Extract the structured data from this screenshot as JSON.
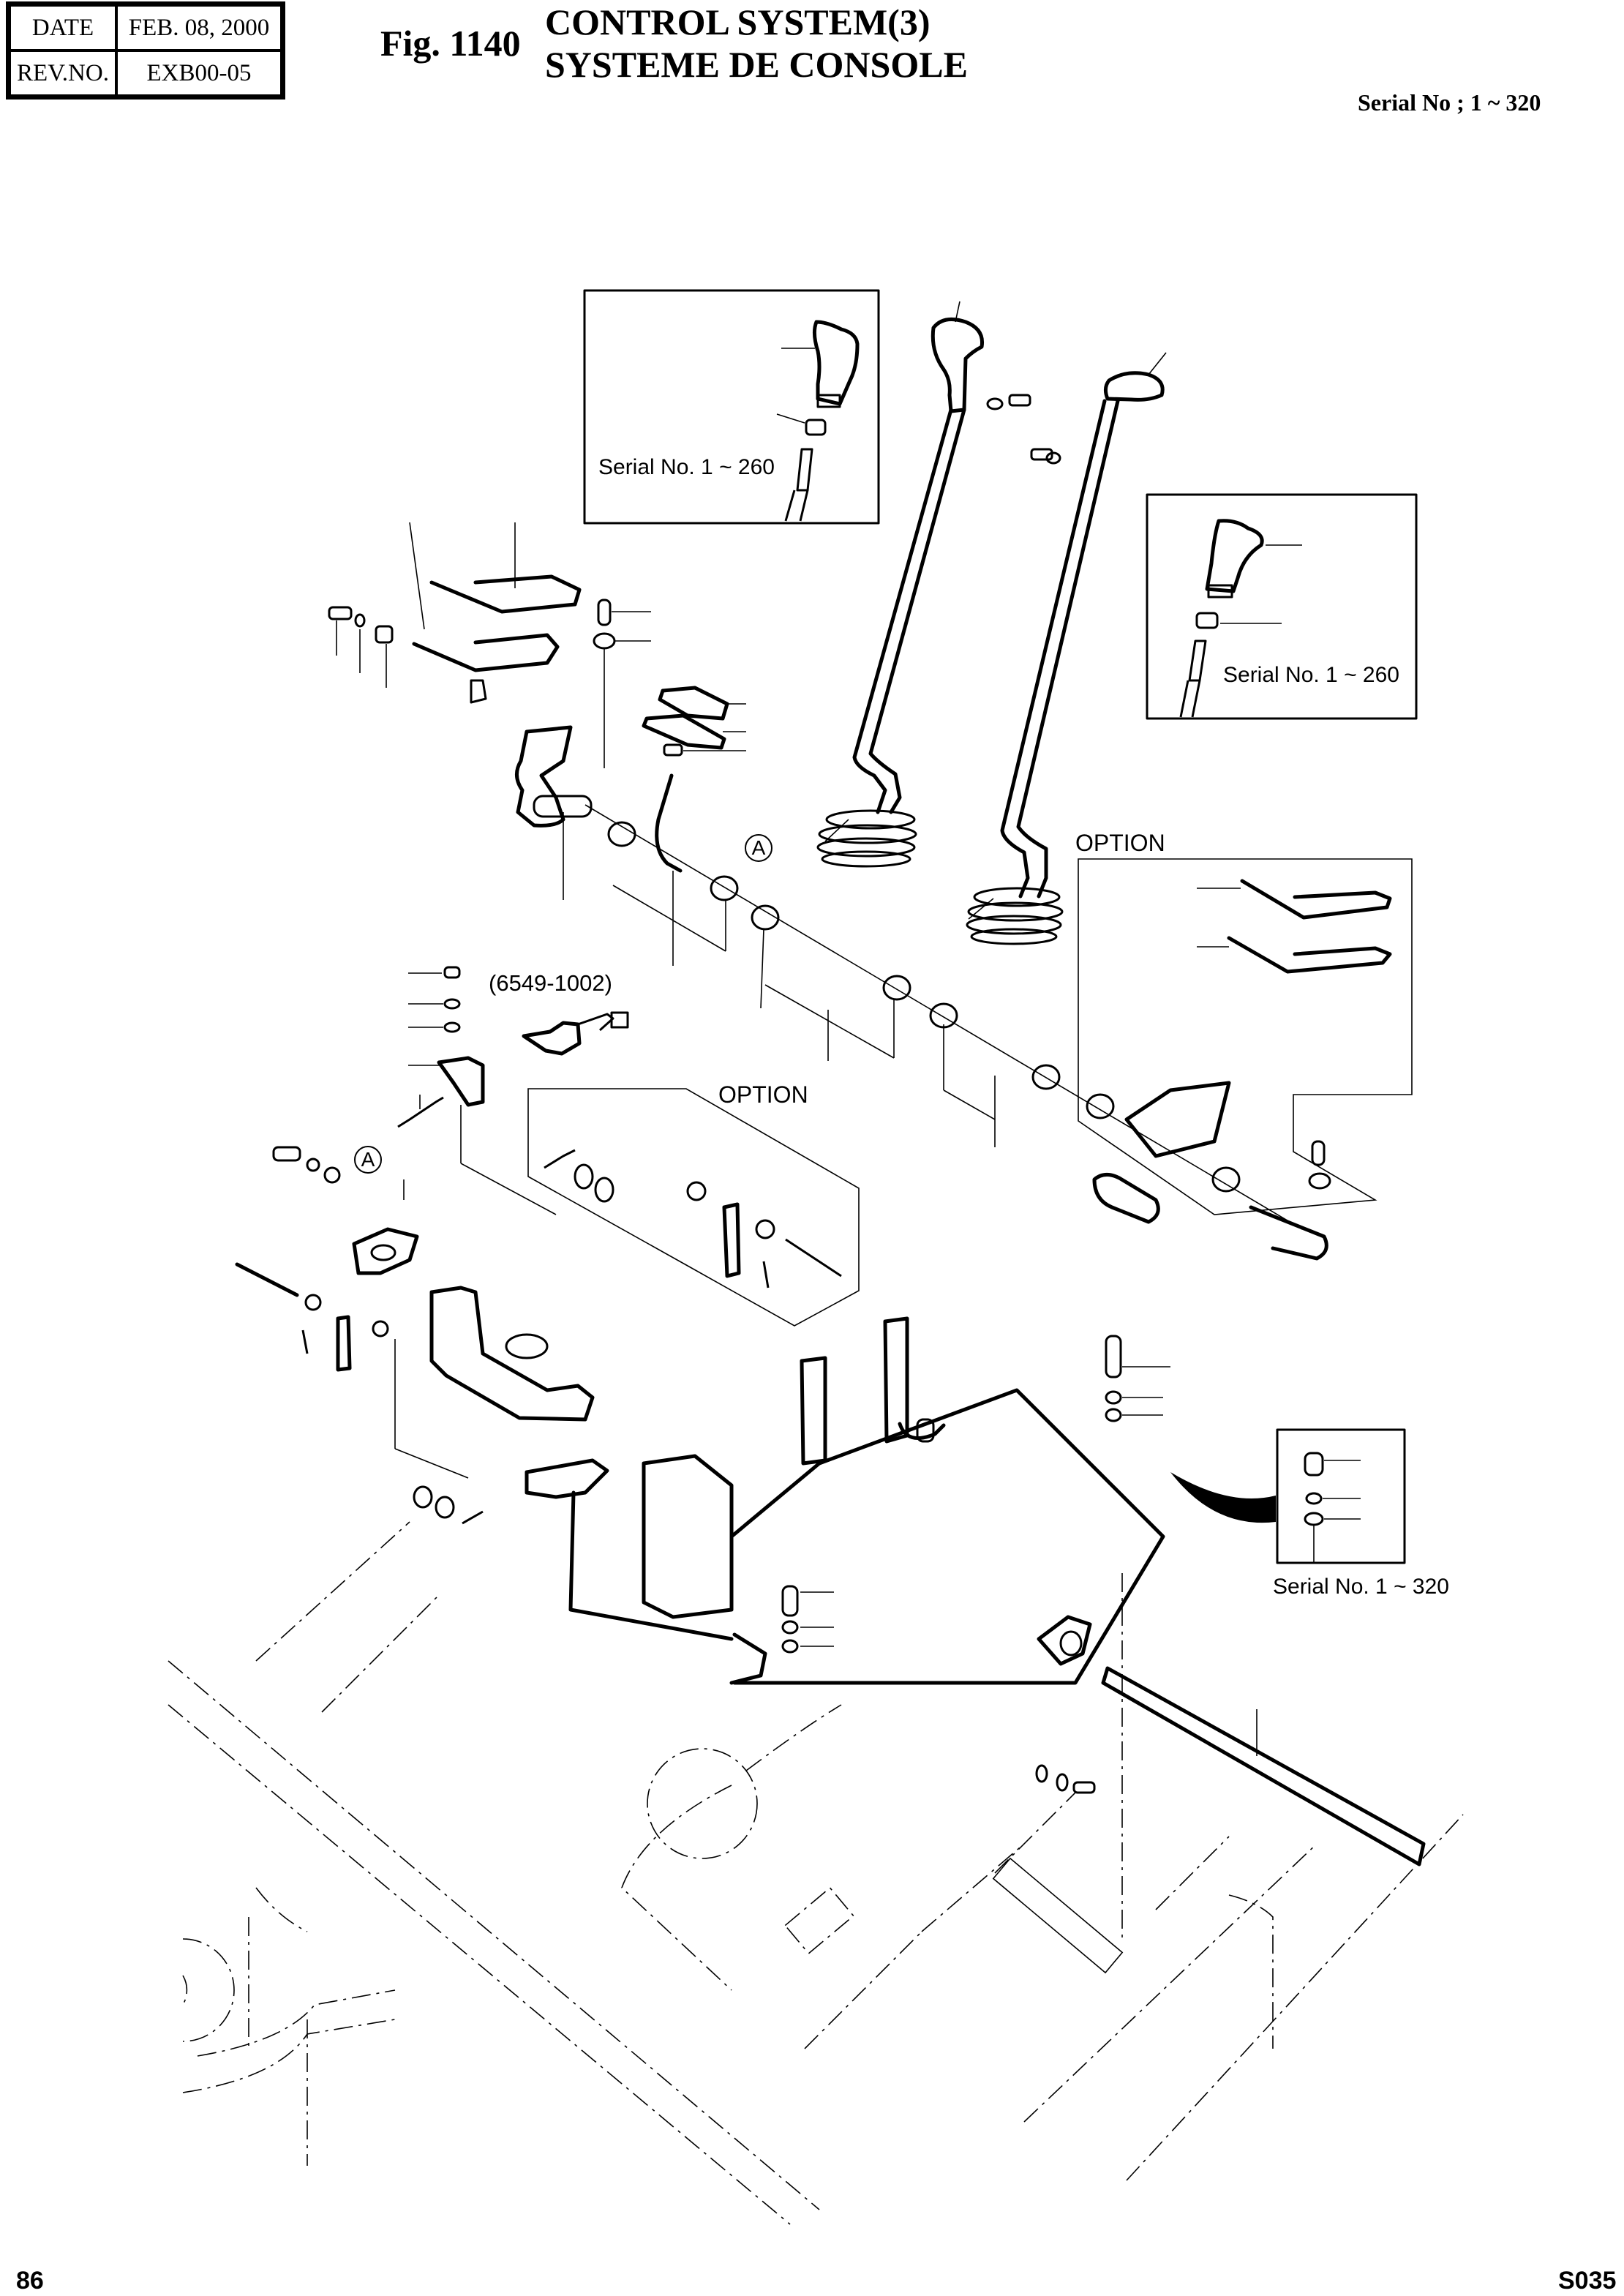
{
  "header": {
    "date_label": "DATE",
    "date_value": "FEB. 08, 2000",
    "rev_label": "REV.NO.",
    "rev_value": "EXB00-05",
    "figure_number": "Fig. 1140",
    "title_en": "CONTROL SYSTEM(3)",
    "title_fr": "SYSTEME DE CONSOLE",
    "serial_range": "Serial No ; 1 ~ 320"
  },
  "diagram": {
    "inset_left_knob": {
      "label": "Serial No. 1 ~ 260"
    },
    "inset_right_knob": {
      "label": "Serial No. 1 ~ 260"
    },
    "inset_bolt": {
      "label": "Serial No. 1 ~ 320"
    },
    "option_labels": [
      "OPTION",
      "OPTION"
    ],
    "switch_part_number": "(6549-1002)",
    "reference_callouts": [
      "A",
      "A"
    ],
    "icons": [
      "knob-icon",
      "lever-icon",
      "pedal-icon",
      "bolt-icon",
      "washer-icon",
      "spring-icon",
      "bushing-icon",
      "console-frame-icon",
      "shaft-icon",
      "floor-outline-icon"
    ]
  },
  "footer": {
    "page_number": "86",
    "page_code": "S035"
  }
}
